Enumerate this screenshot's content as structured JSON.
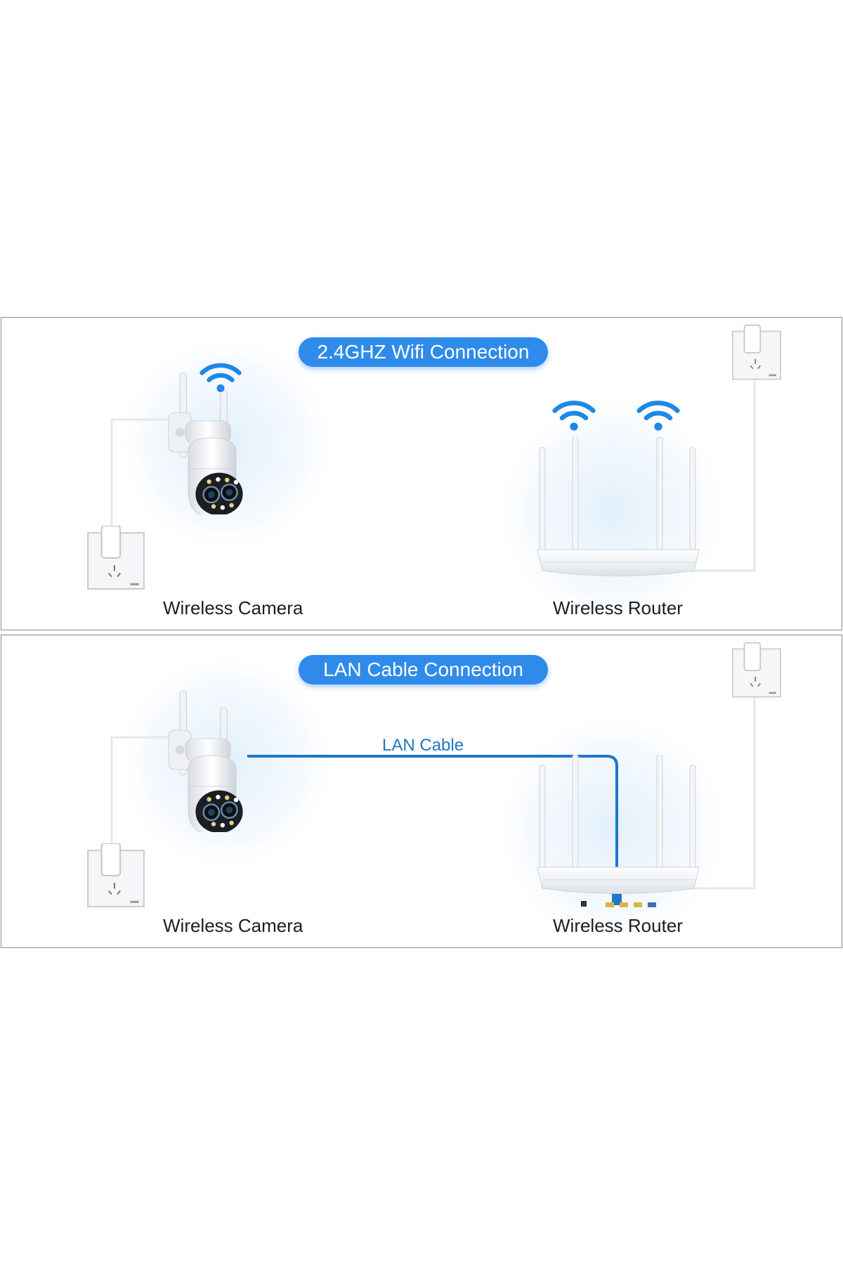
{
  "wifi_panel": {
    "title": "2.4GHZ Wifi Connection",
    "camera_label": "Wireless Camera",
    "router_label": "Wireless Router"
  },
  "lan_panel": {
    "title": "LAN Cable Connection",
    "cable_label": "LAN Cable",
    "camera_label": "Wireless Camera",
    "router_label": "Wireless Router"
  },
  "colors": {
    "accent_blue": "#2f8bea",
    "cable_blue": "#1f77c9",
    "wifi_icon_blue": "#1e88e5",
    "device_white": "#f4f6f8"
  },
  "icons": [
    "wifi-icon",
    "power-outlet-icon",
    "camera-icon",
    "router-icon"
  ]
}
